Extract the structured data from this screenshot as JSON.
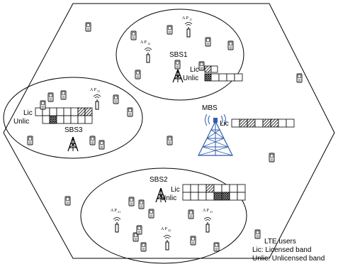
{
  "macro_cell": {
    "label": "MBS",
    "band_label": "Lic"
  },
  "small_cells": [
    {
      "id": "sbs1",
      "label": "SBS1",
      "band_labels": {
        "licensed": "Lic",
        "unlicensed": "Unlic"
      },
      "access_points": [
        "AP11",
        "AP12"
      ]
    },
    {
      "id": "sbs3",
      "label": "SBS3",
      "band_labels": {
        "licensed": "Lic",
        "unlicensed": "Unlic"
      },
      "access_points": [
        "AP31"
      ]
    },
    {
      "id": "sbs2",
      "label": "SBS2",
      "band_labels": {
        "licensed": "Lic",
        "unlicensed": "Unlic"
      },
      "access_points": [
        "AP21",
        "AP22",
        "AP21"
      ]
    }
  ],
  "legend": {
    "users": "LTE users",
    "licensed": "Lic: Licensed band",
    "unlicensed": "Unlic: Unlicensed band"
  },
  "icons": {
    "user": "phone-icon",
    "access_point": "access-point-icon",
    "base_station": "tower-icon"
  },
  "colors": {
    "line": "#000000",
    "mbs_tower": "#2f5dab",
    "hatch": "#000000"
  }
}
